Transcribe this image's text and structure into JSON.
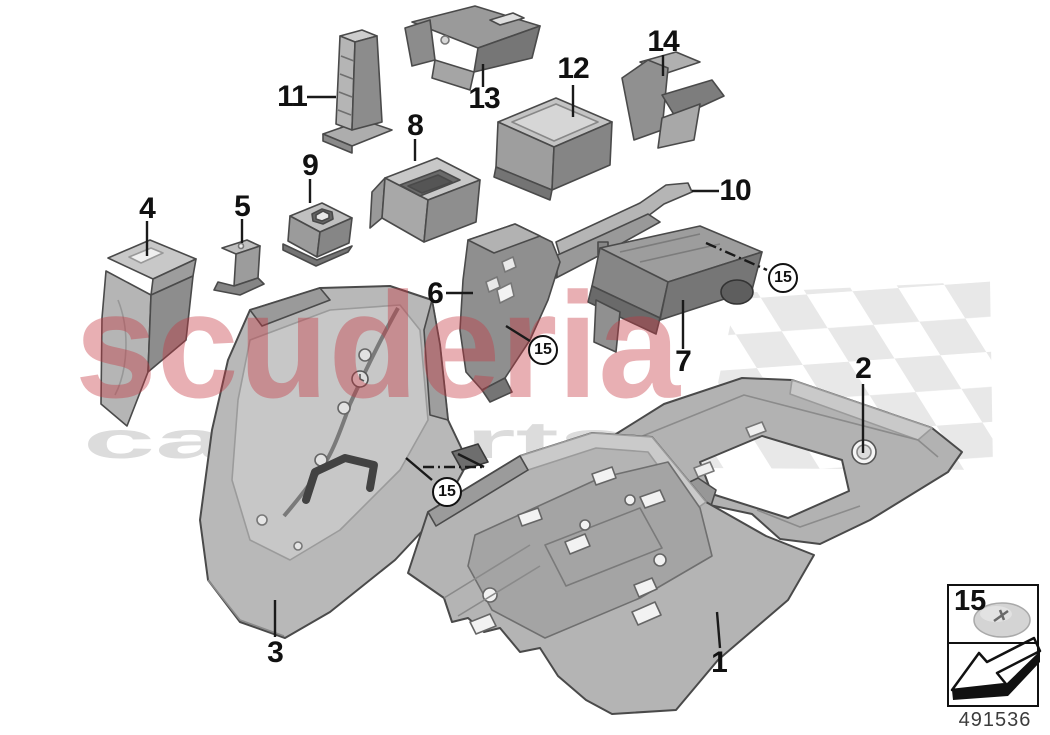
{
  "watermark": {
    "brand": "scuderia",
    "tagline": "car parts",
    "brand_color": "#c53742",
    "tagline_color": "#dcdcdc"
  },
  "doc_number": "491536",
  "legend": {
    "clip_number": "15",
    "clip_icon": "fastener-clip-icon",
    "direction_icon": "front-direction-arrow-icon"
  },
  "callouts": [
    {
      "label": "1"
    },
    {
      "label": "2"
    },
    {
      "label": "3"
    },
    {
      "label": "4"
    },
    {
      "label": "5"
    },
    {
      "label": "6"
    },
    {
      "label": "7"
    },
    {
      "label": "8"
    },
    {
      "label": "9"
    },
    {
      "label": "10"
    },
    {
      "label": "11"
    },
    {
      "label": "12"
    },
    {
      "label": "13"
    },
    {
      "label": "14"
    }
  ],
  "clip_callouts": [
    {
      "label": "15"
    },
    {
      "label": "15"
    },
    {
      "label": "15"
    }
  ],
  "colors": {
    "leader_line": "#1a1a1a",
    "part_light": "#cdcdcd",
    "part_mid": "#b0b0b0",
    "part_dark": "#8c8c8c",
    "checker_gray": "#e8e8e8"
  }
}
